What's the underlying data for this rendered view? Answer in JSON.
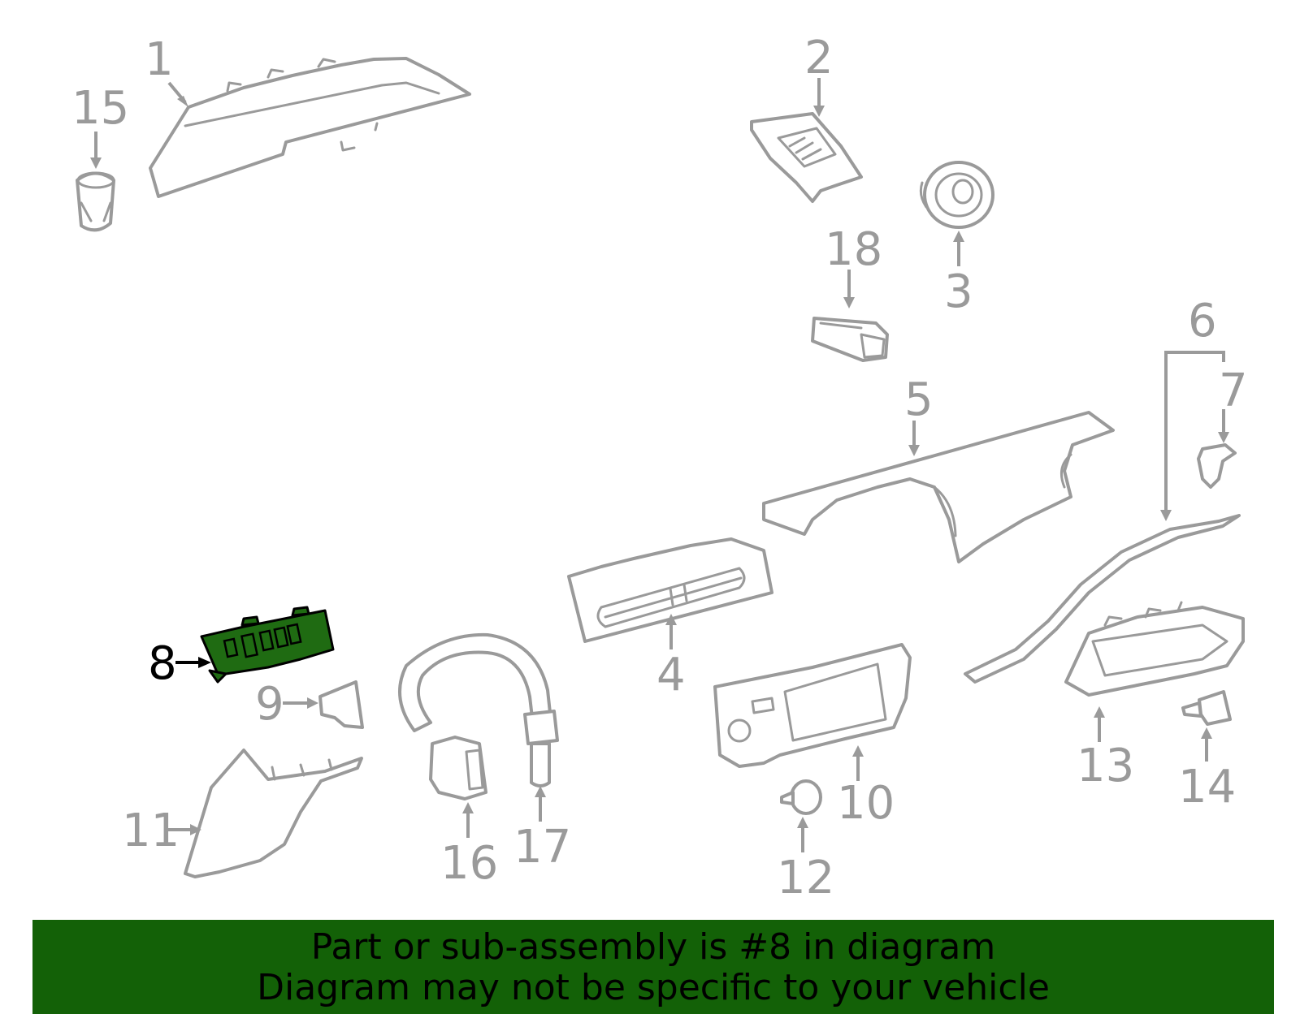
{
  "callouts": {
    "c1": "1",
    "c2": "2",
    "c3": "3",
    "c4": "4",
    "c5": "5",
    "c6": "6",
    "c7": "7",
    "c8": "8",
    "c9": "9",
    "c10": "10",
    "c11": "11",
    "c12": "12",
    "c13": "13",
    "c14": "14",
    "c15": "15",
    "c16": "16",
    "c17": "17",
    "c18": "18"
  },
  "highlight": {
    "part": "8",
    "color": "#1f6b12"
  },
  "colors": {
    "outline": "#9a9a9a",
    "banner": "#136107"
  },
  "banner": {
    "line1": "Part or sub-assembly is #8 in diagram",
    "line2": "Diagram may not be specific to your vehicle"
  }
}
